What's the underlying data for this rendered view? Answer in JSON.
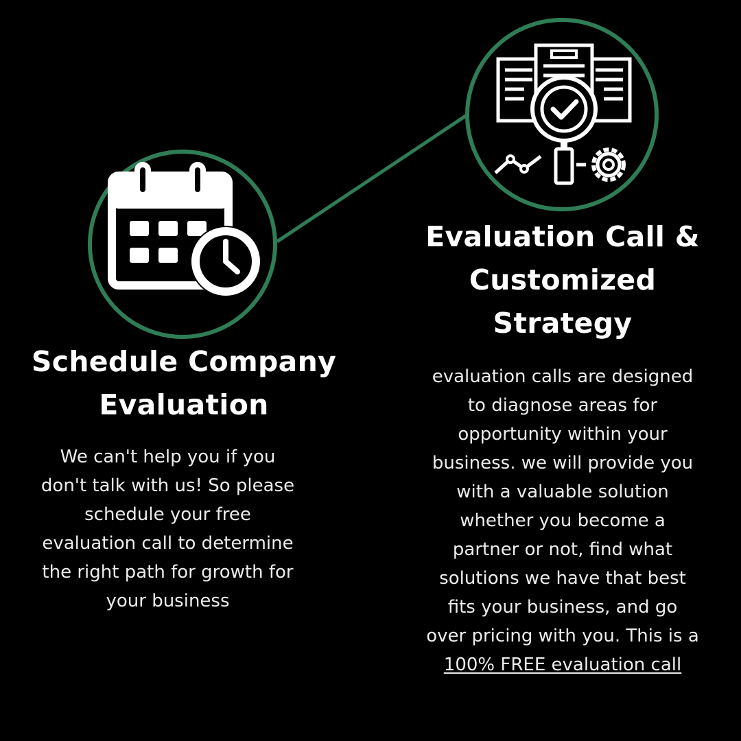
{
  "colors": {
    "background": "#000000",
    "accent": "#2e7d57",
    "text": "#ffffff"
  },
  "steps": [
    {
      "icon": "calendar-clock-icon",
      "title": "Schedule Company Evaluation",
      "description": "We can't help you if you don't talk with us! So please schedule your free evaluation call to determine the right path for growth for your business"
    },
    {
      "icon": "document-magnifier-check-icon",
      "title": "Evaluation Call & Customized Strategy",
      "description_main": "evaluation calls are designed to diagnose areas for opportunity within your business. we will provide you with a valuable solution whether you become a partner or not, find what solutions we have that best fits your business, and go over pricing with you. This is a",
      "description_link": "100% FREE evaluation call"
    }
  ]
}
